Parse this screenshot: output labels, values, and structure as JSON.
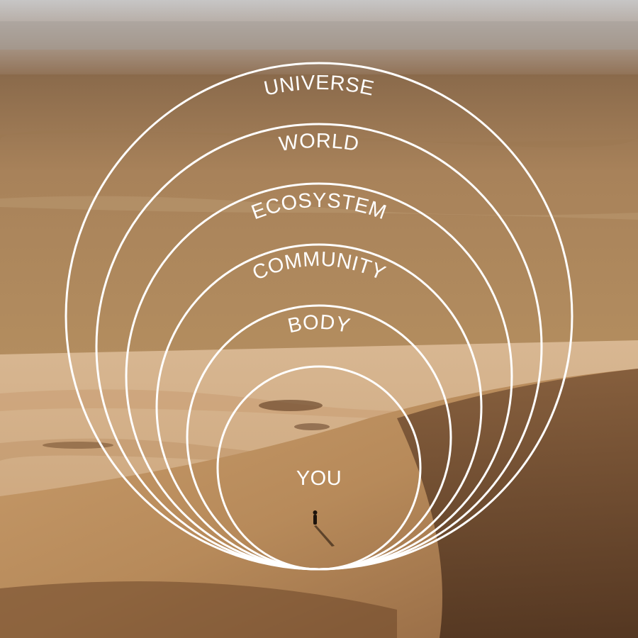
{
  "diagram": {
    "rings": [
      {
        "id": "universe",
        "label": "UNIVERSE"
      },
      {
        "id": "world",
        "label": "WORLD"
      },
      {
        "id": "ecosystem",
        "label": "ECOSYSTEM"
      },
      {
        "id": "community",
        "label": "COMMUNITY"
      },
      {
        "id": "body",
        "label": "BODY"
      },
      {
        "id": "you",
        "label": "YOU"
      }
    ],
    "ring_color": "#ffffff",
    "label_color": "#ffffff"
  },
  "background": {
    "description_colors": {
      "sky": "#c9c4bd",
      "far_plain": "#8d6c4c",
      "mid_plain": "#b08a5d",
      "dunes_light": "#d9b48a",
      "dunes_shadow": "#6e4a2c"
    }
  }
}
